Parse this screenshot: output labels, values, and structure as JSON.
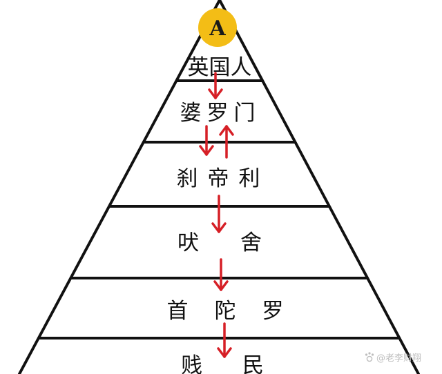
{
  "colors": {
    "outline": "#111111",
    "arrow": "#d61f26",
    "logo_fill": "#f3bd16",
    "text": "#111111",
    "watermark": "#bdbdbd"
  },
  "logo": {
    "letter": "A"
  },
  "tiers": [
    {
      "label": "英国人"
    },
    {
      "label": "婆罗门"
    },
    {
      "label": "刹帝利"
    },
    {
      "label": "吠舍"
    },
    {
      "label": "首陀罗"
    },
    {
      "label": "贱民"
    }
  ],
  "arrows": [
    {
      "from_tier": 0,
      "to_tier": 1,
      "direction": "down"
    },
    {
      "from_tier": 1,
      "to_tier": 2,
      "direction": "down"
    },
    {
      "from_tier": 2,
      "to_tier": 1,
      "direction": "up"
    },
    {
      "from_tier": 2,
      "to_tier": 3,
      "direction": "down"
    },
    {
      "from_tier": 3,
      "to_tier": 4,
      "direction": "down"
    },
    {
      "from_tier": 4,
      "to_tier": 5,
      "direction": "down"
    }
  ],
  "watermark": {
    "icon": "paw-icon",
    "text": "@老李财翔"
  }
}
